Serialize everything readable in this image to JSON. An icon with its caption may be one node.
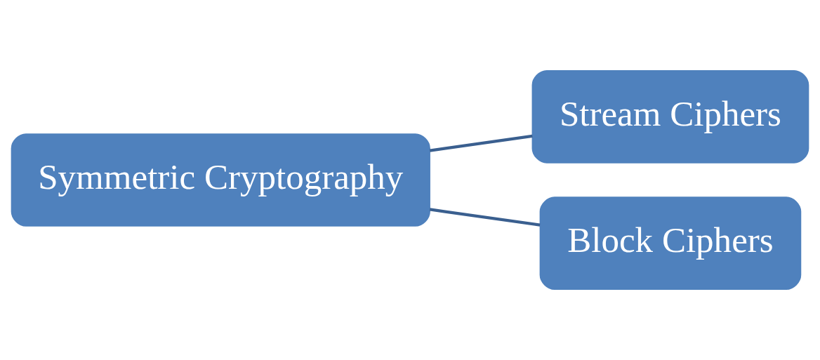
{
  "diagram": {
    "nodes": [
      {
        "text": [
          "Symmetric Cryptography"
        ]
      },
      {
        "text": [
          "Stream Ciphers"
        ]
      },
      {
        "text": [
          "Block Ciphers"
        ]
      }
    ],
    "edges": [
      {
        "from": 0,
        "to": 1,
        "arrow": "none"
      },
      {
        "from": 0,
        "to": 2,
        "arrow": "none"
      }
    ]
  }
}
